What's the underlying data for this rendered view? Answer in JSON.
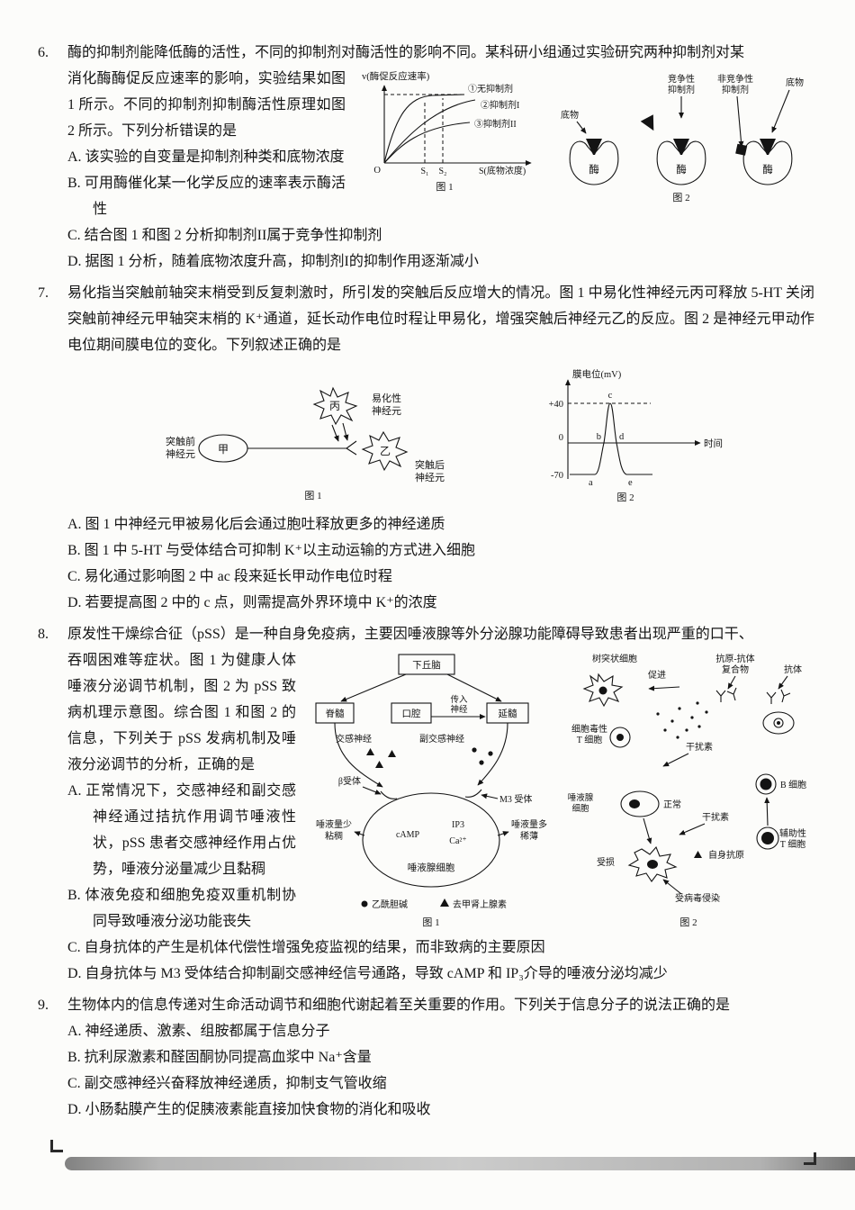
{
  "q6": {
    "number": "6.",
    "stem_line1": "酶的抑制剂能降低酶的活性，不同的抑制剂对酶活性的影响不同。某科研小组通过实验研究两种抑制剂对某",
    "stem_rest": "消化酶酶促反应速率的影响，实验结果如图 1 所示。不同的抑制剂抑制酶活性原理如图 2 所示。下列分析错误的是",
    "options": {
      "a": "A. 该实验的自变量是抑制剂种类和底物浓度",
      "b": "B. 可用酶催化某一化学反应的速率表示酶活性",
      "c": "C. 结合图 1 和图 2 分析抑制剂II属于竞争性抑制剂",
      "d": "D. 据图 1 分析，随着底物浓度升高，抑制剂I的抑制作用逐渐减小"
    },
    "fig1": {
      "y_label": "v(酶促反应速率)",
      "legend1": "①无抑制剂",
      "legend2": "②抑制剂I",
      "legend3": "③抑制剂II",
      "origin": "O",
      "tick1": "S₁",
      "tick2": "S₂",
      "x_label": "S(底物浓度)",
      "caption": "图 1"
    },
    "fig2": {
      "substrate1": "底物",
      "competitive1": "竞争性",
      "competitive2": "抑制剂",
      "noncompetitive1": "非竞争性",
      "noncompetitive2": "抑制剂",
      "substrate2": "底物",
      "enzyme1": "酶",
      "enzyme2": "酶",
      "enzyme3": "酶",
      "caption": "图 2"
    }
  },
  "q7": {
    "number": "7.",
    "stem": "易化指当突触前轴突末梢受到反复刺激时，所引发的突触后反应增大的情况。图 1 中易化性神经元丙可释放 5-HT 关闭突触前神经元甲轴突末梢的 K⁺通道，延长动作电位时程让甲易化，增强突触后神经元乙的反应。图 2 是神经元甲动作电位期间膜电位的变化。下列叙述正确的是",
    "options": {
      "a": "A. 图 1 中神经元甲被易化后会通过胞吐释放更多的神经递质",
      "b": "B. 图 1 中 5-HT 与受体结合可抑制 K⁺以主动运输的方式进入细胞",
      "c": "C. 易化通过影响图 2 中 ac 段来延长甲动作电位时程",
      "d": "D. 若要提高图 2 中的 c 点，则需提高外界环境中 K⁺的浓度"
    },
    "fig1": {
      "bing": "丙",
      "facilitating1": "易化性",
      "facilitating2": "神经元",
      "jia": "甲",
      "pre1": "突触前",
      "pre2": "神经元",
      "yi": "乙",
      "post1": "突触后",
      "post2": "神经元",
      "caption": "图 1"
    },
    "fig2": {
      "y_label": "膜电位(mV)",
      "t40": "+40",
      "t0": "0",
      "tm70": "-70",
      "a": "a",
      "b": "b",
      "c": "c",
      "d": "d",
      "e": "e",
      "x_label": "时间",
      "caption": "图 2"
    }
  },
  "q8": {
    "number": "8.",
    "stem_line1": "原发性干燥综合征（pSS）是一种自身免疫病，主要因唾液腺等外分泌腺功能障碍导致患者出现严重的口干、",
    "stem_rest": "吞咽困难等症状。图 1 为健康人体唾液分泌调节机制，图 2 为 pSS 致病机理示意图。综合图 1 和图 2 的信息，下列关于 pSS 发病机制及唾液分泌调节的分析，正确的是",
    "options": {
      "a": "A. 正常情况下，交感神经和副交感神经通过拮抗作用调节唾液性状，pSS 患者交感神经作用占优势，唾液分泌量减少且黏稠",
      "b": "B. 体液免疫和细胞免疫双重机制协同导致唾液分泌功能丧失",
      "c": "C. 自身抗体的产生是机体代偿性增强免疫监视的结果，而非致病的主要原因",
      "d": "D. 自身抗体与 M3 受体结合抑制副交感神经信号通路，导致 cAMP 和 IP₃介导的唾液分泌均减少"
    },
    "fig1": {
      "hypothalamus": "下丘脑",
      "spinal": "脊髓",
      "mouth": "口腔",
      "afferent1": "传入",
      "afferent2": "神经",
      "medulla": "延髓",
      "sympathetic": "交感神经",
      "parasympathetic": "副交感神经",
      "beta": "β受体",
      "m3": "M3 受体",
      "camp": "cAMP",
      "ip3": "IP3",
      "ca": "Ca²⁺",
      "cell": "唾液腺细胞",
      "less1": "唾液量少",
      "less2": "粘稠",
      "more1": "唾液量多",
      "more2": "稀薄",
      "ach": "乙酰胆碱",
      "ne": "去甲肾上腺素",
      "caption": "图 1"
    },
    "fig2": {
      "dendritic": "树突状细胞",
      "promote": "促进",
      "complex1": "抗原-抗体",
      "complex2": "复合物",
      "antibody": "抗体",
      "ctl1": "细胞毒性",
      "ctl2": "T 细胞",
      "ifn1": "干扰素",
      "ifn2": "干扰素",
      "bcell": "B 细胞",
      "gland1": "唾液腺",
      "gland2": "细胞",
      "normal": "正常",
      "damaged": "受损",
      "autoantigen": "自身抗原",
      "helper1": "辅助性",
      "helper2": "T 细胞",
      "virus": "受病毒侵染",
      "caption": "图 2"
    }
  },
  "q9": {
    "number": "9.",
    "stem": "生物体内的信息传递对生命活动调节和细胞代谢起着至关重要的作用。下列关于信息分子的说法正确的是",
    "options": {
      "a": "A. 神经递质、激素、组胺都属于信息分子",
      "b": "B. 抗利尿激素和醛固酮协同提高血浆中 Na⁺含量",
      "c": "C. 副交感神经兴奋释放神经递质，抑制支气管收缩",
      "d": "D. 小肠黏膜产生的促胰液素能直接加快食物的消化和吸收"
    }
  }
}
